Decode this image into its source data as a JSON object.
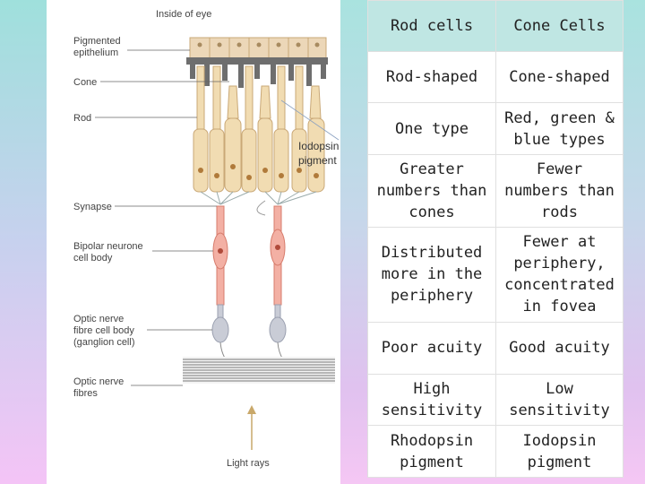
{
  "diagram": {
    "top_label": "Inside of eye",
    "bottom_label": "Light rays",
    "callout": [
      "Iodopsin",
      "pigment"
    ],
    "labels": [
      {
        "id": "pigmented",
        "lines": [
          "Pigmented",
          "epithelium"
        ]
      },
      {
        "id": "cone",
        "lines": [
          "Cone"
        ]
      },
      {
        "id": "rod",
        "lines": [
          "Rod"
        ]
      },
      {
        "id": "synapse",
        "lines": [
          "Synapse"
        ]
      },
      {
        "id": "bipolar",
        "lines": [
          "Bipolar neurone",
          "cell body"
        ]
      },
      {
        "id": "ganglion",
        "lines": [
          "Optic nerve",
          "fibre cell body",
          "(ganglion cell)"
        ]
      },
      {
        "id": "fibres",
        "lines": [
          "Optic nerve",
          "fibres"
        ]
      }
    ]
  },
  "table": {
    "header": [
      "Rod cells",
      "Cone Cells"
    ],
    "rows": [
      [
        "Rod-shaped",
        "Cone-shaped"
      ],
      [
        "One type",
        "Red, green & blue types"
      ],
      [
        "Greater numbers than cones",
        "Fewer numbers than rods"
      ],
      [
        "Distributed more in the periphery",
        "Fewer at periphery, concentrated in fovea"
      ],
      [
        "Poor acuity",
        "Good acuity"
      ],
      [
        "High sensitivity",
        "Low sensitivity"
      ],
      [
        "Rhodopsin pigment",
        "Iodopsin pigment"
      ]
    ]
  },
  "colors": {
    "epithelium": "#ecd7b8",
    "epithelium_dark": "#6e6e6e",
    "receptor": "#f1dcb2",
    "bipolar": "#f3b0a4",
    "ganglion": "#c9ccd6",
    "header_bg": "#bfe6e3"
  }
}
